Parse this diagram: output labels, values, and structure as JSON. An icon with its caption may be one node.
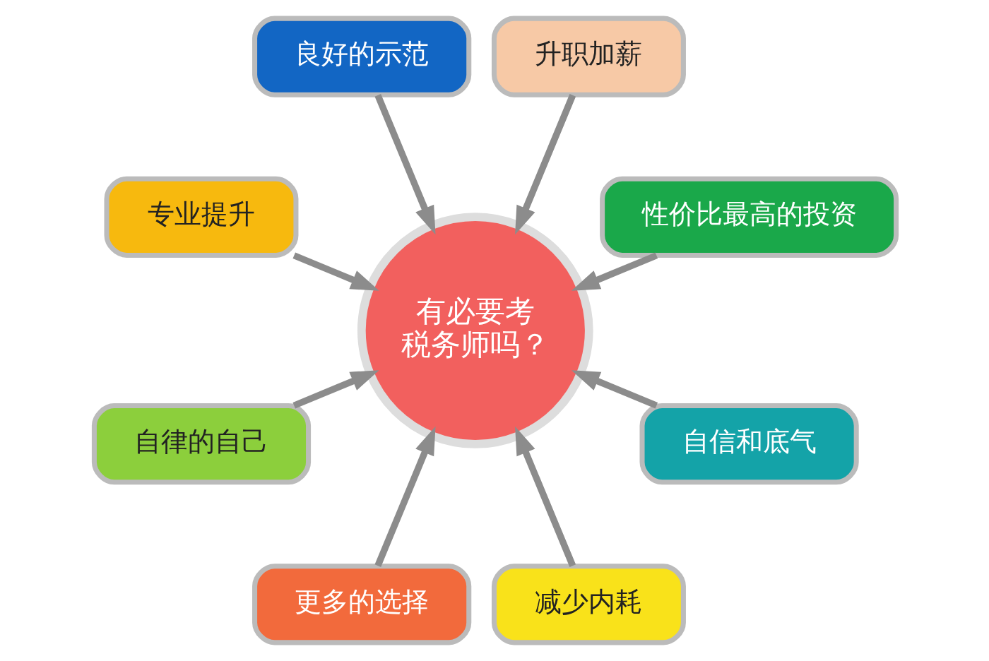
{
  "diagram": {
    "nodes": [
      {
        "text": [
          "性价比最高的投资"
        ]
      },
      {
        "text": [
          "升职加薪"
        ]
      },
      {
        "text": [
          "良好的示范"
        ]
      },
      {
        "text": [
          "有必要考税务师吗？"
        ]
      },
      {
        "text": [
          "专业提升"
        ]
      },
      {
        "text": [
          "自律的自己"
        ]
      },
      {
        "text": [
          "更多的选择"
        ]
      },
      {
        "text": [
          "减少内耗"
        ]
      },
      {
        "text": [
          "自信和底气"
        ]
      }
    ],
    "edges": [
      {
        "from": 0,
        "to": 3,
        "arrow": "to"
      },
      {
        "from": 2,
        "to": 3,
        "arrow": "to"
      },
      {
        "from": 5,
        "to": 3,
        "arrow": "to"
      },
      {
        "from": 7,
        "to": 3,
        "arrow": "to"
      },
      {
        "from": 8,
        "to": 3,
        "arrow": "to"
      },
      {
        "from": 6,
        "to": 3,
        "arrow": "to"
      },
      {
        "from": 4,
        "to": 3,
        "arrow": "to"
      },
      {
        "from": 1,
        "to": 3,
        "arrow": "to"
      }
    ]
  }
}
